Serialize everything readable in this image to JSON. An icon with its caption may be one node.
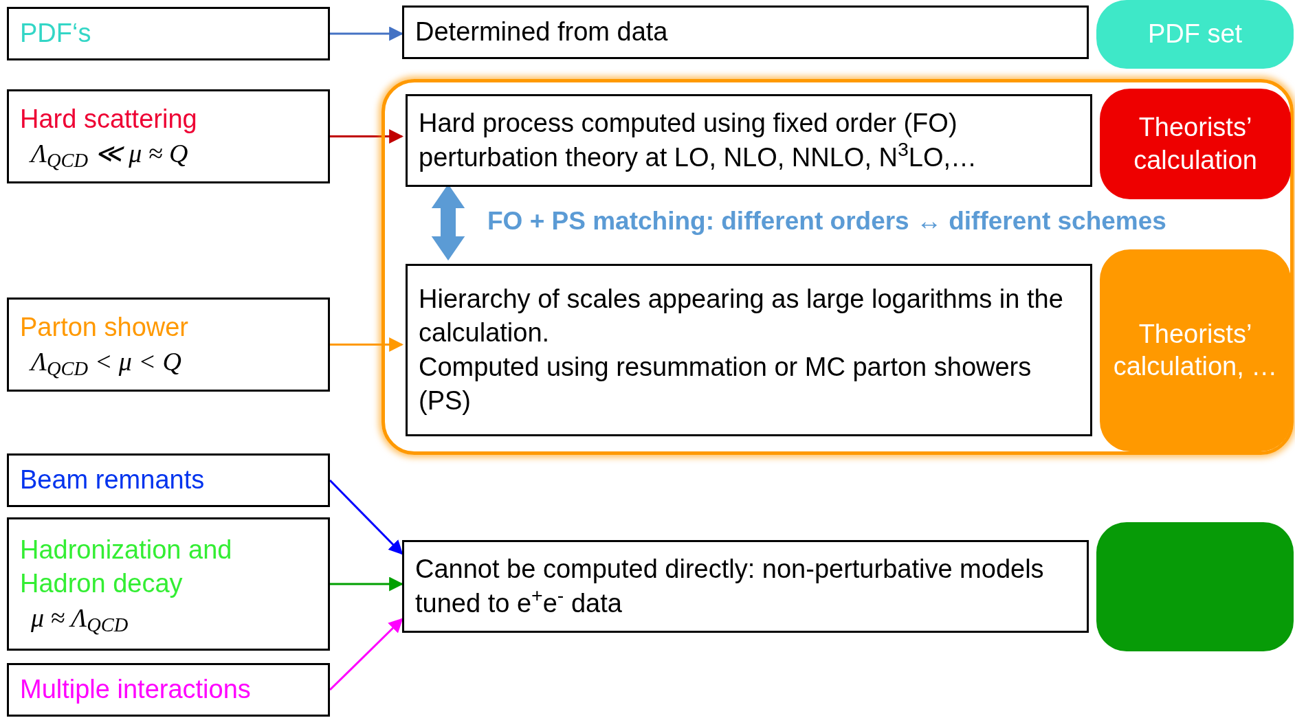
{
  "diagram": {
    "nodes": [
      {
        "text": [
          "PDF‘s"
        ]
      },
      {
        "text": [
          "Determined from data"
        ]
      },
      {
        "text": [
          "PDF set"
        ]
      },
      {
        "text": [],
        "shape": "box"
      },
      {
        "text": [
          "Hard scattering",
          "Λ$_{QCD}$ ≪ μ ≈ Q"
        ]
      },
      {
        "text": [
          "Hard process computed using fixed order (FO) perturbation theory at LO, NLO, NNLO, N$^{3}$LO,…"
        ],
        "in": 3
      },
      {
        "text": [
          "Theorists’ calculation"
        ],
        "in": 3
      },
      {
        "text": [
          "Parton shower",
          "Λ$_{QCD}$ < μ < Q"
        ]
      },
      {
        "text": [
          "Hierarchy of scales appearing as large logarithms in the calculation.",
          "Computed using resummation or MC parton showers (PS)"
        ],
        "in": 3
      },
      {
        "text": [
          "Theorists’ calculation, …"
        ],
        "in": 3
      },
      {
        "text": [
          "Beam remnants"
        ]
      },
      {
        "text": [
          "Hadronization and Hadron decay",
          "μ ≈ Λ$_{QCD}$"
        ]
      },
      {
        "text": [
          "Cannot be computed directly: non-perturbative models tuned to e$^{+}$e$^{-}$ data"
        ]
      },
      {
        "text": [
          "Multiple interactions"
        ]
      },
      {
        "text": [],
        "shape": "box"
      }
    ],
    "edges": [
      {
        "from": 0,
        "to": 1,
        "arrow": "to",
        "color": "#4472c4"
      },
      {
        "from": 4,
        "to": 5,
        "arrow": "to",
        "color": "#c00000"
      },
      {
        "from": 5,
        "to": 8,
        "arrow": "both",
        "style": "thick",
        "color": "#5b9bd5",
        "label": "FO + PS matching: different orders ↔ different schemes"
      },
      {
        "from": 7,
        "to": 8,
        "arrow": "to",
        "color": "#ff9900"
      },
      {
        "from": 10,
        "to": 12,
        "arrow": "to",
        "color": "#0000ff"
      },
      {
        "from": 11,
        "to": 12,
        "arrow": "to",
        "color": "#00a000"
      },
      {
        "from": 13,
        "to": 12,
        "arrow": "to",
        "color": "#ff00ff"
      }
    ]
  }
}
